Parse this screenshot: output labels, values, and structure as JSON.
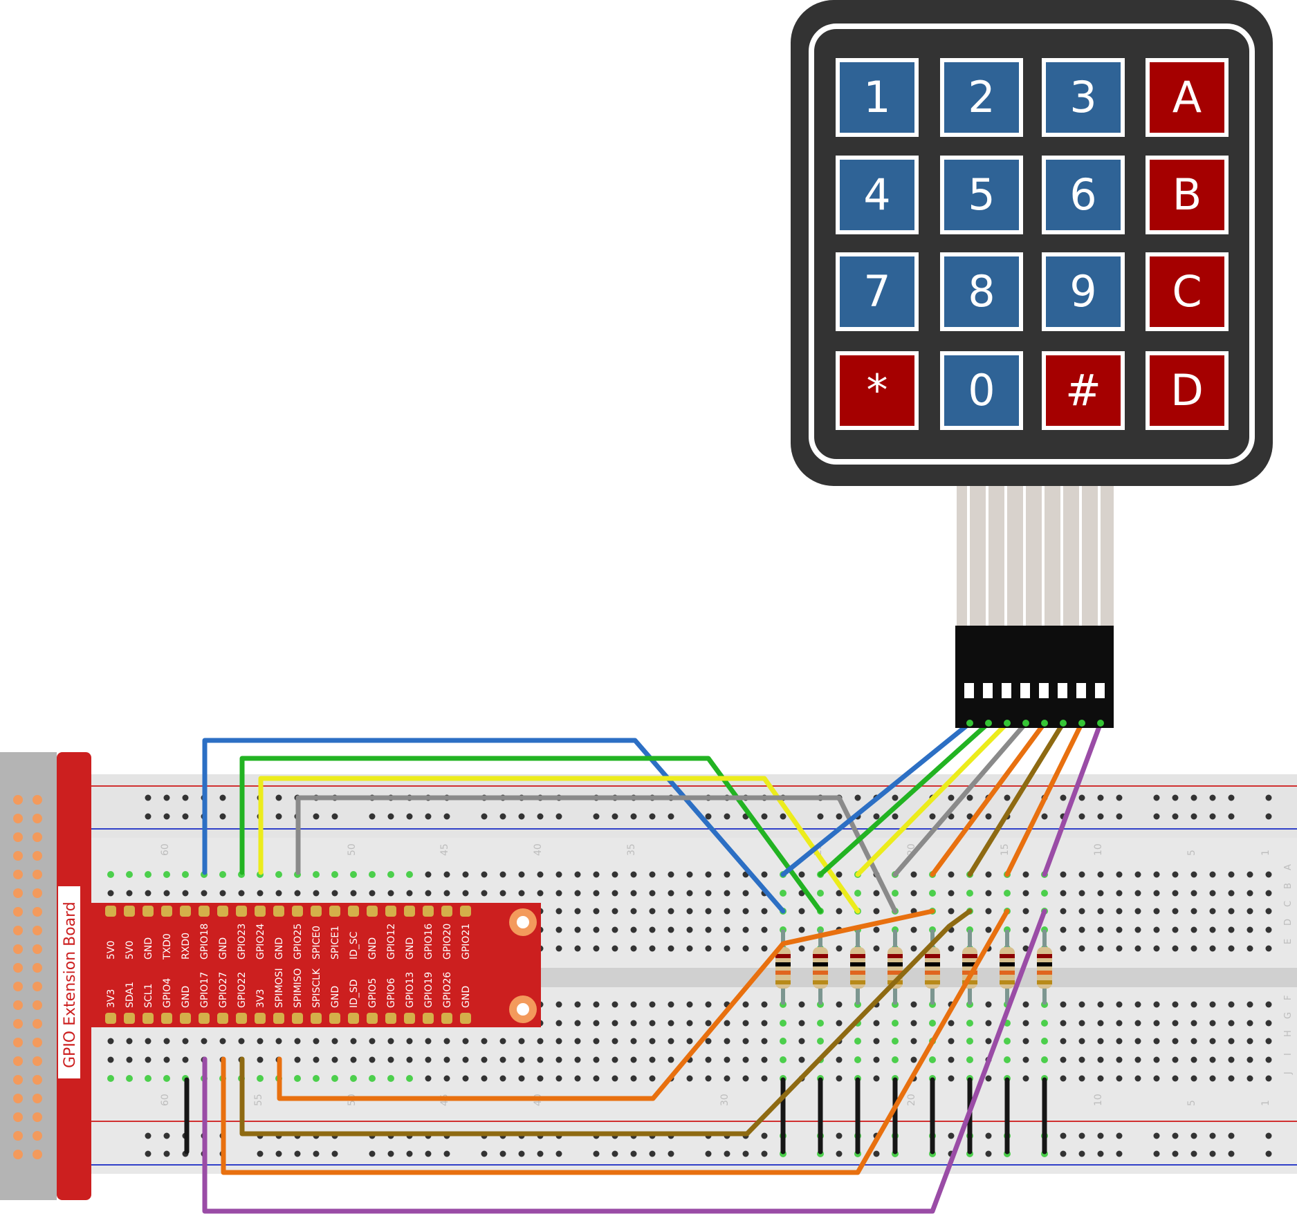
{
  "keypad": {
    "keys": [
      {
        "label": "1",
        "color": "#2f6396"
      },
      {
        "label": "2",
        "color": "#2f6396"
      },
      {
        "label": "3",
        "color": "#2f6396"
      },
      {
        "label": "A",
        "color": "#a50000"
      },
      {
        "label": "4",
        "color": "#2f6396"
      },
      {
        "label": "5",
        "color": "#2f6396"
      },
      {
        "label": "6",
        "color": "#2f6396"
      },
      {
        "label": "B",
        "color": "#a50000"
      },
      {
        "label": "7",
        "color": "#2f6396"
      },
      {
        "label": "8",
        "color": "#2f6396"
      },
      {
        "label": "9",
        "color": "#2f6396"
      },
      {
        "label": "C",
        "color": "#a50000"
      },
      {
        "label": "*",
        "color": "#a50000"
      },
      {
        "label": "0",
        "color": "#2f6396"
      },
      {
        "label": "#",
        "color": "#a50000"
      },
      {
        "label": "D",
        "color": "#a50000"
      }
    ]
  },
  "extension_board": {
    "title": "GPIO Extension Board",
    "top_pins": [
      "5V0",
      "5V0",
      "GND",
      "TXD0",
      "RXD0",
      "GPIO18",
      "GND",
      "GPIO23",
      "GPIO24",
      "GND",
      "GPIO25",
      "SPICE0",
      "SPICE1",
      "ID_SC",
      "GND",
      "GPIO12",
      "GND",
      "GPIO16",
      "GPIO20",
      "GPIO21"
    ],
    "bottom_pins": [
      "3V3",
      "SDA1",
      "SCL1",
      "GPIO4",
      "GND",
      "GPIO17",
      "GPIO27",
      "GPIO22",
      "3V3",
      "SPIMOSI",
      "SPIMISO",
      "SPISCLK",
      "GND",
      "ID_SD",
      "GPIO5",
      "GPIO6",
      "GPIO13",
      "GPIO19",
      "GPIO26",
      "GND"
    ]
  },
  "breadboard": {
    "column_numbers_top": [
      "60",
      "50",
      "45",
      "40",
      "35",
      "25",
      "20",
      "15",
      "10",
      "5",
      "1"
    ],
    "column_numbers_bottom": [
      "60",
      "55",
      "50",
      "45",
      "40",
      "30",
      "20",
      "10",
      "5",
      "1"
    ],
    "row_letters_top": [
      "A",
      "B",
      "C",
      "D",
      "E"
    ],
    "row_letters_bottom": [
      "F",
      "G",
      "H",
      "I",
      "J"
    ]
  },
  "wire_colors": {
    "blue": "#2c6fc4",
    "green": "#22b322",
    "yellow": "#ecec1c",
    "gray": "#8a8a8a",
    "orange": "#e8700f",
    "brown": "#8e6a12",
    "purple": "#9a4ca6",
    "black": "#161616"
  }
}
